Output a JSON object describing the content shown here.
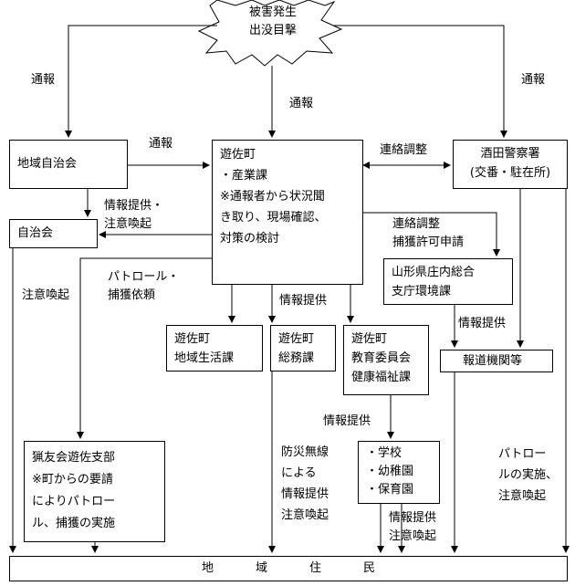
{
  "burst": {
    "lines": [
      "被害発生",
      "出没目撃"
    ]
  },
  "boxes": {
    "chiiki_jichikai": [
      "地域自治会"
    ],
    "jichikai": [
      "自治会"
    ],
    "yuza_main": [
      "遊佐町",
      "・産業課",
      "※通報者から状況聞",
      "き取り、現場確認、",
      "対策の検討"
    ],
    "sakata_police": [
      "酒田警察署",
      "(交番・駐在所)"
    ],
    "yamagata": [
      "山形県庄内総合",
      "支庁環境課"
    ],
    "chiiki_seikatsu": [
      "遊佐町",
      "地域生活課"
    ],
    "somu": [
      "遊佐町",
      "総務課"
    ],
    "kyoiku": [
      "遊佐町",
      "教育委員会",
      "健康福祉課"
    ],
    "hodo": [
      "報道機関等"
    ],
    "ryoyukai": [
      "猟友会遊佐支部",
      "※町からの要請",
      "によりパトロー",
      "ル、捕獲の実施"
    ],
    "schools": [
      "・学校",
      "・幼稚園",
      "・保育園"
    ],
    "residents": "地域住民"
  },
  "labels": {
    "tsuho_left": "通報",
    "tsuho_right": "通報",
    "tsuho_center": "通報",
    "tsuho_mid": "通報",
    "renraku_chosei": "連絡調整",
    "joho_chui": [
      "情報提供・",
      "注意喚起"
    ],
    "renraku_hokaku": [
      "連絡調整",
      "捕獲許可申請"
    ],
    "chui_kanki_left": "注意喚起",
    "patrol_irai": [
      "パトロール・",
      "捕獲依頼"
    ],
    "joho_teikyo_center": "情報提供",
    "joho_teikyo_right": "情報提供",
    "joho_teikyo_kyoiku": "情報提供",
    "bosai": [
      "防災無線",
      "による",
      "情報提供",
      "注意喚起"
    ],
    "joho_chui_schools": [
      "情報提供",
      "注意喚起"
    ],
    "patrol_jisshi": [
      "パトロー",
      "ルの実施、",
      "注意喚起"
    ]
  }
}
